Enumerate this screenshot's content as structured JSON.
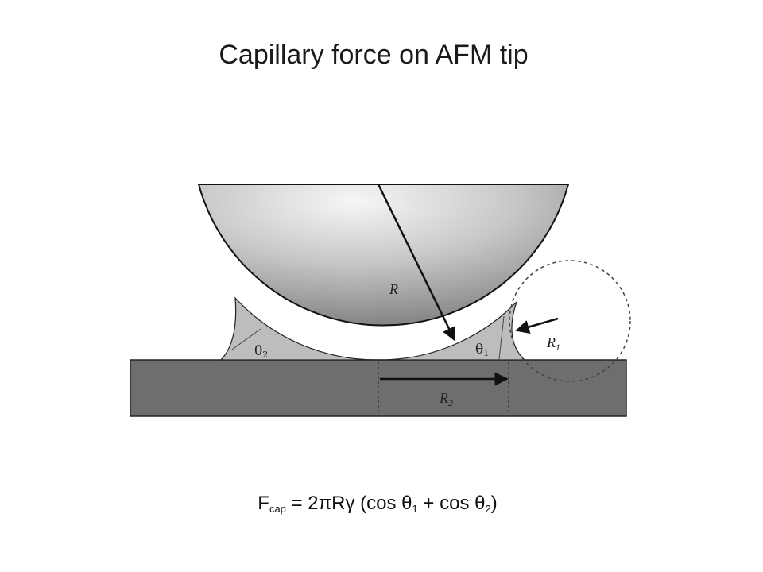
{
  "title": "Capillary force on AFM tip",
  "labels": {
    "R": "R",
    "R1_main": "R",
    "R1_sub": "1",
    "R2_main": "R",
    "R2_sub": "2",
    "theta1_main": "θ",
    "theta1_sub": "1",
    "theta2_main": "θ",
    "theta2_sub": "2"
  },
  "formula": {
    "F": "F",
    "cap": "cap",
    "part1": " = 2πRγ (cos θ",
    "sub1": "1",
    "part2": " + cos θ",
    "sub2": "2",
    "part3": ")"
  },
  "colors": {
    "substrate": "#6e6e6e",
    "meniscus": "#bdbdbd",
    "sphere_light": "#f4f4f4",
    "sphere_dark": "#7d7d7d",
    "outline": "#111111"
  }
}
